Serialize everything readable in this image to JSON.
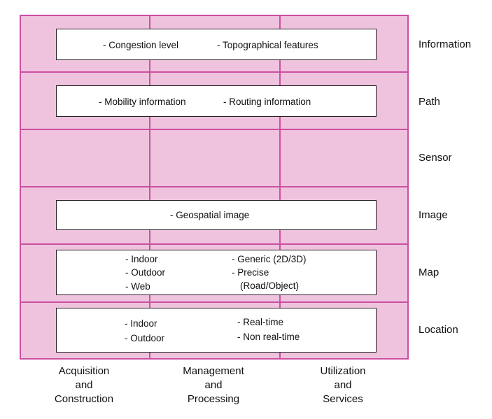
{
  "colors": {
    "cell_fill": "#efc3de",
    "grid_line": "#cc4fa0",
    "box_fill": "#ffffff",
    "box_border": "#222222"
  },
  "rows": [
    {
      "label": "Information"
    },
    {
      "label": "Path"
    },
    {
      "label": "Sensor"
    },
    {
      "label": "Image"
    },
    {
      "label": "Map"
    },
    {
      "label": "Location"
    }
  ],
  "columns": [
    {
      "lines": [
        "Acquisition",
        "and",
        "Construction"
      ]
    },
    {
      "lines": [
        "Management",
        "and",
        "Processing"
      ]
    },
    {
      "lines": [
        "Utilization",
        "and",
        "Services"
      ]
    }
  ],
  "boxes": {
    "information": {
      "item1": "-  Congestion level",
      "item2": "-  Topographical features"
    },
    "path": {
      "item1": "-  Mobility information",
      "item2": "-  Routing information"
    },
    "image": {
      "item1": "-  Geospatial image"
    },
    "map": {
      "left": [
        "-  Indoor",
        "-  Outdoor",
        "-  Web"
      ],
      "right": [
        "-  Generic (2D/3D)",
        "-  Precise",
        "(Road/Object)"
      ]
    },
    "location": {
      "left": [
        "-  Indoor",
        "-  Outdoor"
      ],
      "right": [
        "-  Real-time",
        "-  Non real-time"
      ]
    }
  }
}
